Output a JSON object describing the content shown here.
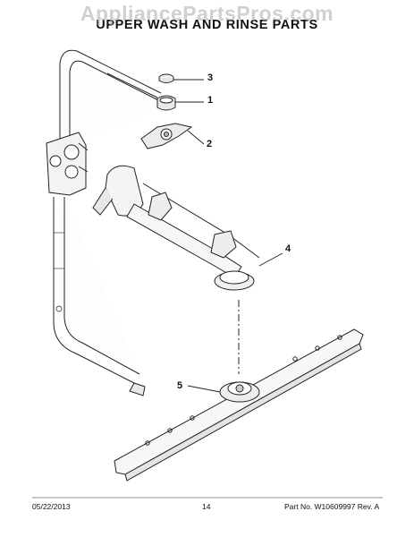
{
  "watermark": "AppliancePartsPros.com",
  "title": "UPPER WASH AND RINSE PARTS",
  "callouts": [
    {
      "id": "3",
      "label": "3"
    },
    {
      "id": "1",
      "label": "1"
    },
    {
      "id": "2",
      "label": "2"
    },
    {
      "id": "4",
      "label": "4"
    },
    {
      "id": "5",
      "label": "5"
    }
  ],
  "footer": {
    "date": "05/22/2013",
    "page": "14",
    "part_info": "Part No. W10609997  Rev. A"
  }
}
